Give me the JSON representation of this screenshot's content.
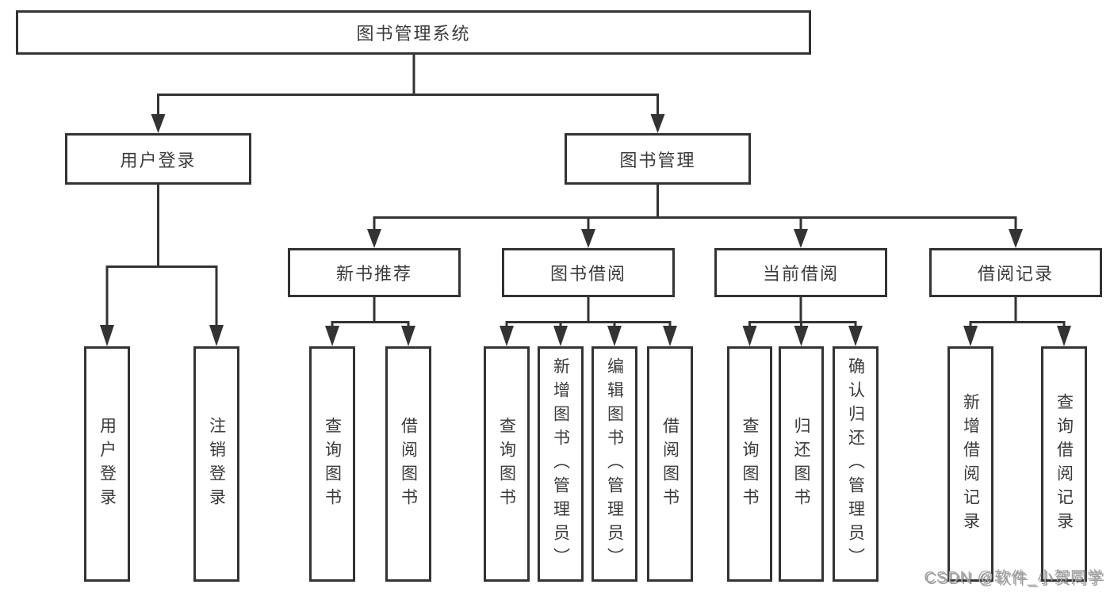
{
  "diagram": {
    "root": {
      "label": "图书管理系统"
    },
    "branches": [
      {
        "label": "用户登录",
        "children": [
          {
            "label": "用户登录"
          },
          {
            "label": "注销登录"
          }
        ]
      },
      {
        "label": "图书管理",
        "groups": [
          {
            "label": "新书推荐",
            "children": [
              {
                "label": "查询图书"
              },
              {
                "label": "借阅图书"
              }
            ]
          },
          {
            "label": "图书借阅",
            "children": [
              {
                "label": "查询图书"
              },
              {
                "label": "新增图书（管理员）"
              },
              {
                "label": "编辑图书（管理员）"
              },
              {
                "label": "借阅图书"
              }
            ]
          },
          {
            "label": "当前借阅",
            "children": [
              {
                "label": "查询图书"
              },
              {
                "label": "归还图书"
              },
              {
                "label": "确认归还（管理员）"
              }
            ]
          },
          {
            "label": "借阅记录",
            "children": [
              {
                "label": "新增借阅记录"
              },
              {
                "label": "查询借阅记录"
              }
            ]
          }
        ]
      }
    ],
    "watermark": "CSDN @软件_小贺同学",
    "colors": {
      "line": "#333333",
      "box_border": "#333333",
      "text": "#3b3b3b",
      "watermark": "#a3a3a3",
      "background": "#ffffff"
    }
  }
}
